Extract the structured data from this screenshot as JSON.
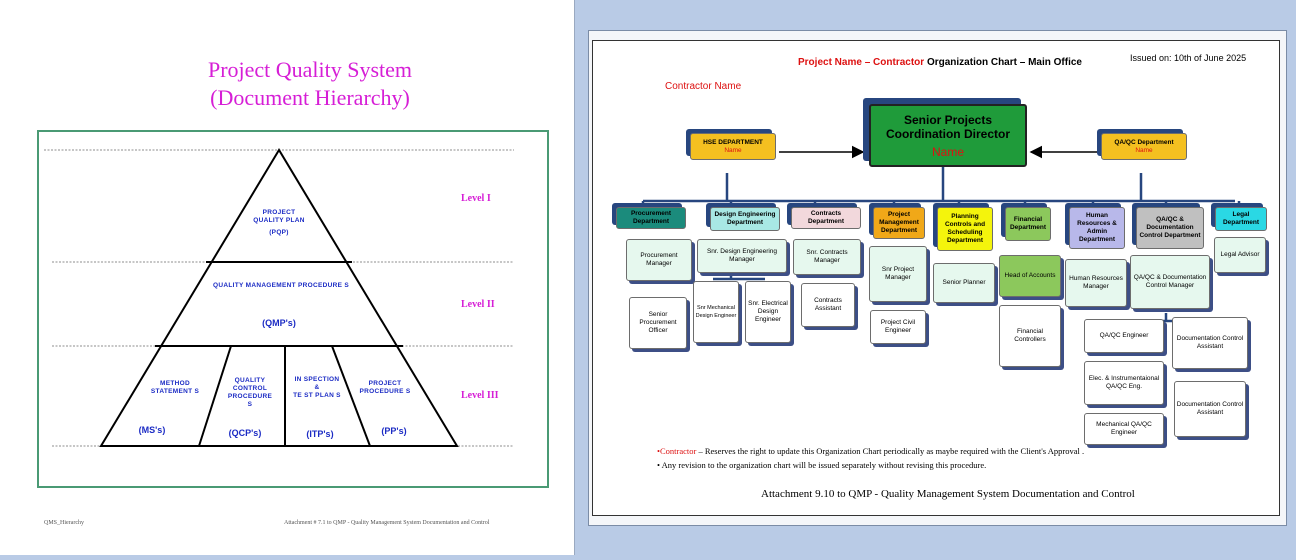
{
  "left_page": {
    "title_line1": "Project Quality System",
    "title_line2": "(Document Hierarchy)",
    "pyramid": {
      "top_label": "PROJECT\nQUALITY  PLAN",
      "top_abbr": "(PQP)",
      "middle_label": "QUALITY  MANAGEMENT  PROCEDURE S",
      "middle_abbr": "(QMP's)",
      "bottom": [
        {
          "label": "METHOD\nSTATEMENT S",
          "abbr": "(MS's)"
        },
        {
          "label": "QUALITY\nCONTROL\nPROCEDURE\nS",
          "abbr": "(QCP's)"
        },
        {
          "label": "IN SPECTION\n&\nTE ST PLAN S",
          "abbr": "(ITP's)"
        },
        {
          "label": "PROJECT\nPROCEDURE S",
          "abbr": "(PP's)"
        }
      ]
    },
    "levels": [
      "Level I",
      "Level II",
      "Level III"
    ],
    "footer_left": "QMS_Hierarchy",
    "footer_right": "Attachment # 7.1 to QMP - Quality Management System Documentation and Control",
    "colors": {
      "title": "#d61ed6",
      "pyramid_text": "#1b2bc4",
      "frame": "#4a9a74"
    }
  },
  "org_chart": {
    "title_project": "Project Name",
    "title_dash": " – ",
    "title_contractor": "Contractor",
    "title_rest": " Organization Chart – Main Office",
    "issued": "Issued on: 10th of June 2025",
    "contractor_name": "Contractor Name",
    "director": {
      "title": "Senior Projects Coordination Director",
      "name": "Name"
    },
    "hse": {
      "title": "HSE DEPARTMENT",
      "name": "Name"
    },
    "qaqc_top": {
      "title": "QA/QC Department",
      "name": "Name"
    },
    "departments": [
      "Procurement Department",
      "Design Engineering Department",
      "Contracts Department",
      "Project Management Department",
      "Planning Controls and Scheduling Department",
      "Financial Department",
      "Human Resources & Admin Department",
      "QA/QC & Documentation Control Department",
      "Legal Department"
    ],
    "positions": {
      "procurement_manager": "Procurement Manager",
      "senior_procurement_officer": "Senior Procurement Officer",
      "snr_design_eng_manager": "Snr. Design Engineering Manager",
      "snr_mech_design_engineer": "Snr Mechanical Design Engineer",
      "snr_elec_design_engineer": "Snr. Electrical Design Engineer",
      "snr_contracts_manager": "Snr. Contracts Manager",
      "contracts_assistant": "Contracts Assistant",
      "snr_project_manager": "Snr Project Manager",
      "project_civil_engineer": "Project Civil Engineer",
      "senior_planner": "Senior Planner",
      "head_of_accounts": "Head of Accounts",
      "financial_controllers": "Financial Controllers",
      "hr_manager": "Human Resources Manager",
      "qaqc_doc_manager": "QA/QC & Documentation Control Manager",
      "qaqc_engineer": "QA/QC Engineer",
      "elec_instr_qaqc_eng": "Elec. & Instrumentaional QA/QC Eng.",
      "mech_qaqc_engineer": "Mechanical QA/QC Engineer",
      "doc_control_assistant_1": "Documentation Control Assistant",
      "doc_control_assistant_2": "Documentation Control Assistant",
      "legal_advisor": "Legal Advisor"
    },
    "notes": {
      "note1_prefix": "•Contractor",
      "note1_rest": " – Reserves the right to update  this Organization Chart  periodically as  maybe  required  with the Client's Approval .",
      "note2": "• Any revision to the organization chart will be issued separately without revising this procedure."
    },
    "attachment": "Attachment 9.10 to QMP - Quality Management  System Documentation  and Control",
    "colors": {
      "director": "#1f9b3a",
      "hse": "#f4c020",
      "qaqc": "#f4c020",
      "procurement": "#1b8b7c",
      "design": "#a8e8e4",
      "contracts": "#f2d8dc",
      "project_mgmt": "#f0a818",
      "planning": "#f4f40c",
      "financial": "#8cc85c",
      "hr": "#b8b8ea",
      "qaqc_doc": "#c0c0c0",
      "legal": "#2ad8e4",
      "position_fill": "#e6f8ee",
      "connector": "#27467f",
      "red_text": "#d11111"
    }
  }
}
